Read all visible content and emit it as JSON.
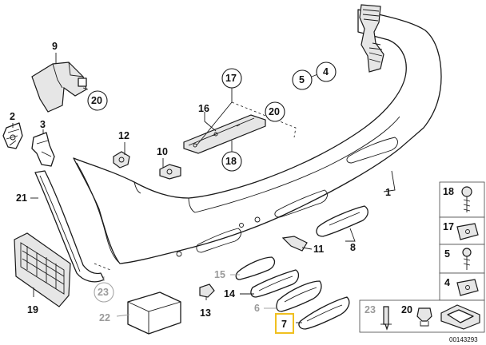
{
  "diagram": {
    "callouts": {
      "c1": "1",
      "c2": "2",
      "c3": "3",
      "c4": "4",
      "c5": "5",
      "c6": "6",
      "c7": "7",
      "c8": "8",
      "c9": "9",
      "c10": "10",
      "c11": "11",
      "c12": "12",
      "c13": "13",
      "c14": "14",
      "c15": "15",
      "c16": "16",
      "c17": "17",
      "c18": "18",
      "c19": "19",
      "c20": "20",
      "c20b": "20",
      "c20c": "20",
      "c21": "21",
      "c22": "22",
      "c23": "23",
      "c23b": "23"
    },
    "legend": {
      "l18": "18",
      "l17": "17",
      "l5": "5",
      "l4": "4"
    },
    "catalog_code": "00143293"
  }
}
